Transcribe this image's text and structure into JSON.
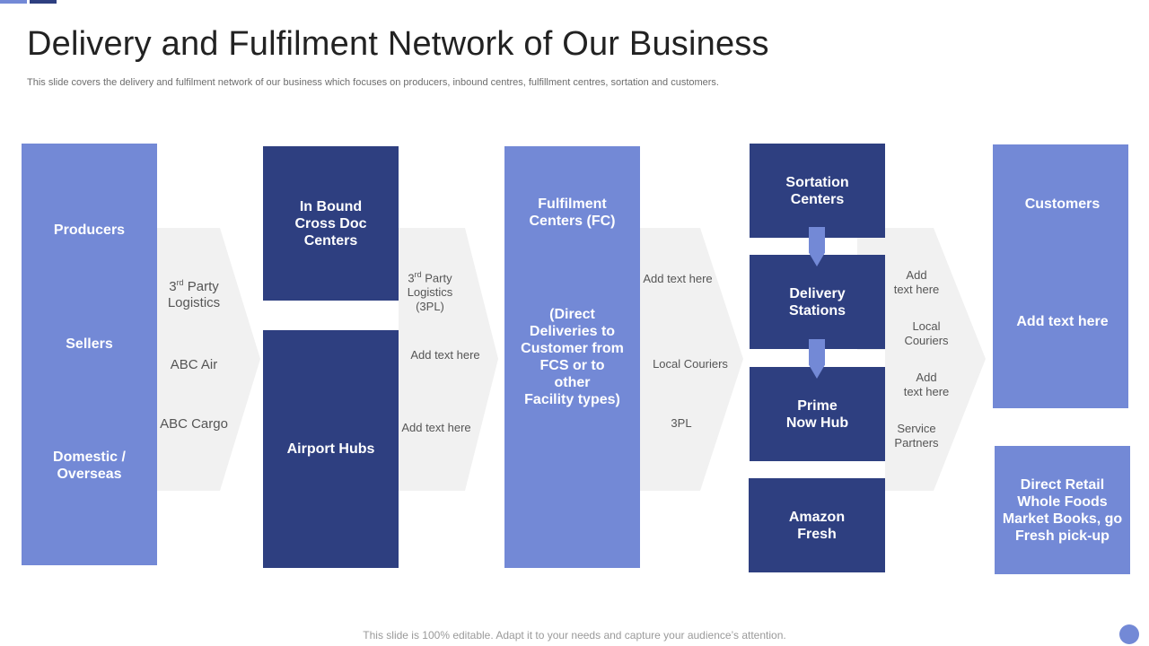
{
  "title": "Delivery and Fulfilment Network of Our Business",
  "subtitle": "This slide covers the delivery and fulfilment network of our business which focuses on producers, inbound centres, fulfillment centres, sortation and customers.",
  "footer": "This slide is 100% editable. Adapt it to your needs and capture your audience’s attention.",
  "colors": {
    "light": "#7389d6",
    "dark": "#2e3f80",
    "chevron": "#f1f1f1"
  },
  "col1": {
    "producers": "Producers",
    "sellers": "Sellers",
    "domestic": "Domestic /\nOverseas"
  },
  "chev1": {
    "third_party_pre": "3",
    "third_party_sup": "rd",
    "third_party_post": " Party\nLogistics",
    "abc_air": "ABC Air",
    "abc_cargo": "ABC Cargo"
  },
  "col2": {
    "inbound": "In Bound\nCross Doc\nCenters",
    "airport": "Airport Hubs"
  },
  "chev2": {
    "third_party_pre": "3",
    "third_party_sup": "rd",
    "third_party_post": " Party\nLogistics\n(3PL)",
    "text1": "Add text here",
    "text2": "Add text here"
  },
  "col3": {
    "fc": "Fulfilment\nCenters (FC)",
    "direct": "(Direct\nDeliveries to\nCustomer from\nFCS or to\nother\nFacility types)"
  },
  "chev3": {
    "text1": "Add text here",
    "text2": "Local Couriers",
    "text3": "3PL"
  },
  "col4": {
    "sortation": "Sortation\nCenters",
    "delivery": "Delivery\nStations",
    "prime": "Prime\nNow Hub",
    "fresh": "Amazon\nFresh"
  },
  "chev4": {
    "text1": "Add\ntext here",
    "text2": "Local\nCouriers",
    "text3": "Add\ntext here",
    "text4": "Service\nPartners"
  },
  "col5": {
    "customers": "Customers",
    "add_text": "Add text here",
    "retail": "Direct Retail\nWhole Foods\nMarket Books, go\nFresh pick-up"
  }
}
